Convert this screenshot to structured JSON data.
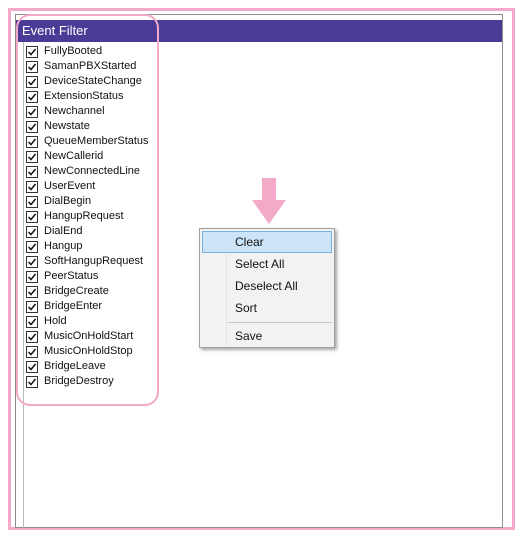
{
  "panel": {
    "title": "Event Filter"
  },
  "events": [
    {
      "label": "FullyBooted",
      "checked": true
    },
    {
      "label": "SamanPBXStarted",
      "checked": true
    },
    {
      "label": "DeviceStateChange",
      "checked": true
    },
    {
      "label": "ExtensionStatus",
      "checked": true
    },
    {
      "label": "Newchannel",
      "checked": true
    },
    {
      "label": "Newstate",
      "checked": true
    },
    {
      "label": "QueueMemberStatus",
      "checked": true
    },
    {
      "label": "NewCallerid",
      "checked": true
    },
    {
      "label": "NewConnectedLine",
      "checked": true
    },
    {
      "label": "UserEvent",
      "checked": true
    },
    {
      "label": "DialBegin",
      "checked": true
    },
    {
      "label": "HangupRequest",
      "checked": true
    },
    {
      "label": "DialEnd",
      "checked": true
    },
    {
      "label": "Hangup",
      "checked": true
    },
    {
      "label": "SoftHangupRequest",
      "checked": true
    },
    {
      "label": "PeerStatus",
      "checked": true
    },
    {
      "label": "BridgeCreate",
      "checked": true
    },
    {
      "label": "BridgeEnter",
      "checked": true
    },
    {
      "label": "Hold",
      "checked": true
    },
    {
      "label": "MusicOnHoldStart",
      "checked": true
    },
    {
      "label": "MusicOnHoldStop",
      "checked": true
    },
    {
      "label": "BridgeLeave",
      "checked": true
    },
    {
      "label": "BridgeDestroy",
      "checked": true
    }
  ],
  "context_menu": {
    "clear": "Clear",
    "select_all": "Select All",
    "deselect_all": "Deselect All",
    "sort": "Sort",
    "save": "Save"
  },
  "colors": {
    "header": "#4b3b96",
    "annotation": "#f3aac8",
    "menu_highlight": "#cce4f7"
  }
}
